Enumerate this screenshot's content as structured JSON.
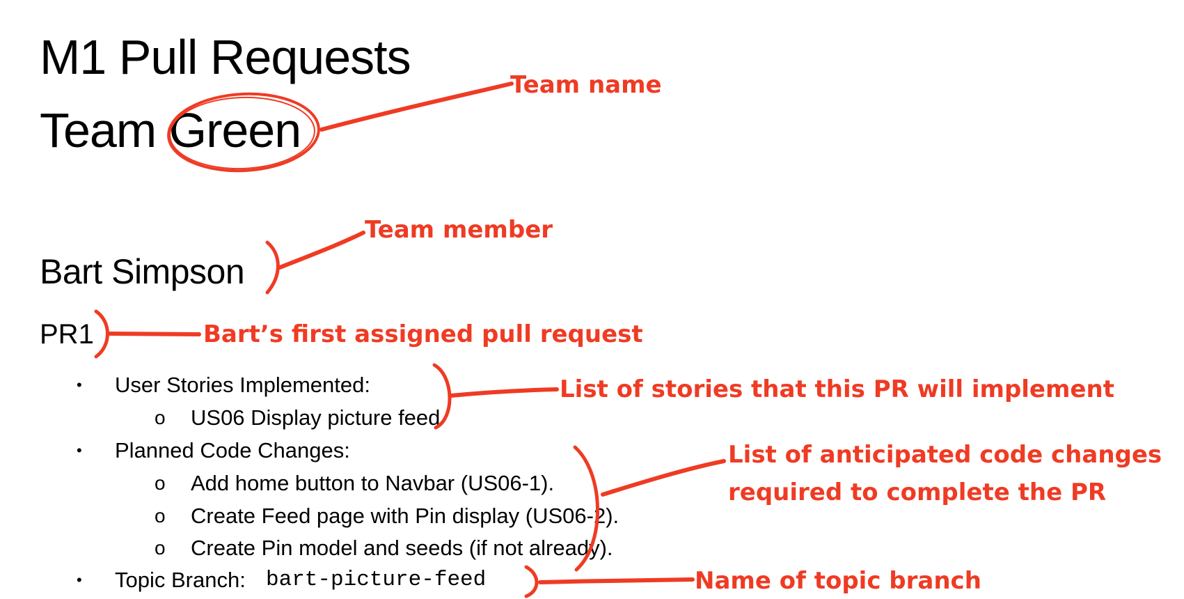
{
  "slide": {
    "title": "M1 Pull Requests",
    "team": "Team Green",
    "member": "Bart Simpson",
    "pr": "PR1",
    "stories_label": "User Stories Implemented:",
    "stories": [
      "US06 Display picture feed"
    ],
    "changes_label": "Planned Code Changes:",
    "changes": [
      "Add home button to Navbar (US06-1).",
      "Create Feed page with Pin display (US06-2).",
      "Create Pin model and seeds (if not already)."
    ],
    "branch_label": "Topic Branch:",
    "branch_name": "bart-picture-feed",
    "bullet_glyph": "•",
    "subbullet_glyph": "o"
  },
  "annotations": {
    "color": "#ef3b24",
    "team_name": "Team name",
    "team_member": "Team member",
    "first_pr": "Bart’s first assigned pull request",
    "stories": "List of stories that this PR will implement",
    "changes_line1": "List of anticipated code changes",
    "changes_line2": "required to complete the PR",
    "branch": "Name of topic branch"
  }
}
